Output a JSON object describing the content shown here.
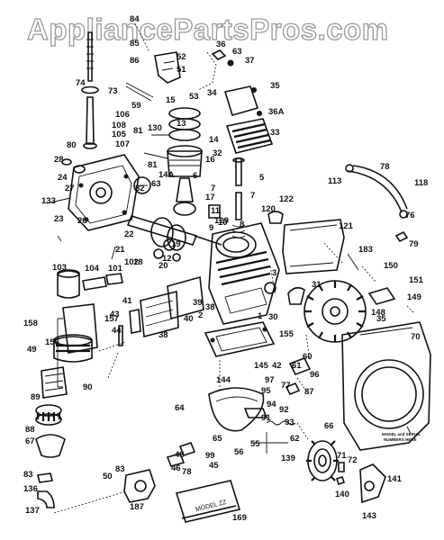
{
  "watermark": "AppliancePartsPros.com",
  "booklet_text": "MODEL ZZ",
  "note_text": [
    "MODEL and SERIAL",
    "NUMBERS HERE"
  ],
  "part_labels": [
    {
      "id": "84",
      "text": "84"
    },
    {
      "id": "85",
      "text": "85"
    },
    {
      "id": "86",
      "text": "86"
    },
    {
      "id": "36",
      "text": "36"
    },
    {
      "id": "63",
      "text": "63"
    },
    {
      "id": "37",
      "text": "37"
    },
    {
      "id": "52",
      "text": "52"
    },
    {
      "id": "51",
      "text": "51"
    },
    {
      "id": "53",
      "text": "53"
    },
    {
      "id": "74",
      "text": "74"
    },
    {
      "id": "73",
      "text": "73"
    },
    {
      "id": "35",
      "text": "35"
    },
    {
      "id": "34",
      "text": "34"
    },
    {
      "id": "59",
      "text": "59"
    },
    {
      "id": "15",
      "text": "15"
    },
    {
      "id": "36A",
      "text": "36A"
    },
    {
      "id": "33",
      "text": "33"
    },
    {
      "id": "32",
      "text": "32"
    },
    {
      "id": "13",
      "text": "13"
    },
    {
      "id": "14",
      "text": "14"
    },
    {
      "id": "130",
      "text": "130"
    },
    {
      "id": "106",
      "text": "106"
    },
    {
      "id": "108",
      "text": "108"
    },
    {
      "id": "105",
      "text": "105"
    },
    {
      "id": "107",
      "text": "107"
    },
    {
      "id": "81",
      "text": "81"
    },
    {
      "id": "80",
      "text": "80"
    },
    {
      "id": "28",
      "text": "28"
    },
    {
      "id": "24",
      "text": "24"
    },
    {
      "id": "27",
      "text": "27"
    },
    {
      "id": "16",
      "text": "16"
    },
    {
      "id": "14A",
      "text": "14A"
    },
    {
      "id": "63b",
      "text": "63"
    },
    {
      "id": "82",
      "text": "82"
    },
    {
      "id": "81b",
      "text": "81"
    },
    {
      "id": "6",
      "text": "6"
    },
    {
      "id": "7",
      "text": "7"
    },
    {
      "id": "5",
      "text": "5"
    },
    {
      "id": "78a",
      "text": "78"
    },
    {
      "id": "118",
      "text": "118"
    },
    {
      "id": "113",
      "text": "113"
    },
    {
      "id": "133",
      "text": "133"
    },
    {
      "id": "23",
      "text": "23"
    },
    {
      "id": "26",
      "text": "26"
    },
    {
      "id": "17",
      "text": "17"
    },
    {
      "id": "11",
      "text": "11"
    },
    {
      "id": "10",
      "text": "10"
    },
    {
      "id": "7b",
      "text": "7"
    },
    {
      "id": "9",
      "text": "9"
    },
    {
      "id": "8",
      "text": "8"
    },
    {
      "id": "122",
      "text": "122"
    },
    {
      "id": "120",
      "text": "120"
    },
    {
      "id": "129",
      "text": "129"
    },
    {
      "id": "76",
      "text": "76"
    },
    {
      "id": "22",
      "text": "22"
    },
    {
      "id": "121",
      "text": "121"
    },
    {
      "id": "19",
      "text": "19"
    },
    {
      "id": "21",
      "text": "21"
    },
    {
      "id": "12",
      "text": "12"
    },
    {
      "id": "18",
      "text": "18"
    },
    {
      "id": "20",
      "text": "20"
    },
    {
      "id": "79",
      "text": "79"
    },
    {
      "id": "103",
      "text": "103"
    },
    {
      "id": "104",
      "text": "104"
    },
    {
      "id": "101",
      "text": "101"
    },
    {
      "id": "102",
      "text": "102"
    },
    {
      "id": "183",
      "text": "183"
    },
    {
      "id": "3",
      "text": "3"
    },
    {
      "id": "150",
      "text": "150"
    },
    {
      "id": "151",
      "text": "151"
    },
    {
      "id": "149",
      "text": "149"
    },
    {
      "id": "41",
      "text": "41"
    },
    {
      "id": "39",
      "text": "39"
    },
    {
      "id": "2",
      "text": "2"
    },
    {
      "id": "31",
      "text": "31"
    },
    {
      "id": "158",
      "text": "158"
    },
    {
      "id": "157",
      "text": "157"
    },
    {
      "id": "43",
      "text": "43"
    },
    {
      "id": "40",
      "text": "40"
    },
    {
      "id": "38",
      "text": "38"
    },
    {
      "id": "1",
      "text": "1"
    },
    {
      "id": "30",
      "text": "30"
    },
    {
      "id": "148",
      "text": "148"
    },
    {
      "id": "35b",
      "text": "35"
    },
    {
      "id": "44",
      "text": "44"
    },
    {
      "id": "38b",
      "text": "38"
    },
    {
      "id": "155",
      "text": "155"
    },
    {
      "id": "156",
      "text": "156"
    },
    {
      "id": "70",
      "text": "70"
    },
    {
      "id": "49",
      "text": "49"
    },
    {
      "id": "60",
      "text": "60"
    },
    {
      "id": "145",
      "text": "145"
    },
    {
      "id": "42",
      "text": "42"
    },
    {
      "id": "61",
      "text": "61"
    },
    {
      "id": "97",
      "text": "97"
    },
    {
      "id": "96",
      "text": "96"
    },
    {
      "id": "90",
      "text": "90"
    },
    {
      "id": "144",
      "text": "144"
    },
    {
      "id": "95",
      "text": "95"
    },
    {
      "id": "77",
      "text": "77"
    },
    {
      "id": "87",
      "text": "87"
    },
    {
      "id": "89",
      "text": "89"
    },
    {
      "id": "64",
      "text": "64"
    },
    {
      "id": "94",
      "text": "94"
    },
    {
      "id": "92",
      "text": "92"
    },
    {
      "id": "91",
      "text": "91"
    },
    {
      "id": "93",
      "text": "93"
    },
    {
      "id": "88",
      "text": "88"
    },
    {
      "id": "67",
      "text": "67"
    },
    {
      "id": "65",
      "text": "65"
    },
    {
      "id": "62",
      "text": "62"
    },
    {
      "id": "66",
      "text": "66"
    },
    {
      "id": "55",
      "text": "55"
    },
    {
      "id": "56",
      "text": "56"
    },
    {
      "id": "99",
      "text": "99"
    },
    {
      "id": "48",
      "text": "48"
    },
    {
      "id": "46",
      "text": "46"
    },
    {
      "id": "45",
      "text": "45"
    },
    {
      "id": "139",
      "text": "139"
    },
    {
      "id": "71",
      "text": "71"
    },
    {
      "id": "72",
      "text": "72"
    },
    {
      "id": "83a",
      "text": "83"
    },
    {
      "id": "83b",
      "text": "83"
    },
    {
      "id": "50",
      "text": "50"
    },
    {
      "id": "78b",
      "text": "78"
    },
    {
      "id": "136",
      "text": "136"
    },
    {
      "id": "187",
      "text": "187"
    },
    {
      "id": "141",
      "text": "141"
    },
    {
      "id": "140",
      "text": "140"
    },
    {
      "id": "137",
      "text": "137"
    },
    {
      "id": "169",
      "text": "169"
    },
    {
      "id": "143",
      "text": "143"
    }
  ]
}
